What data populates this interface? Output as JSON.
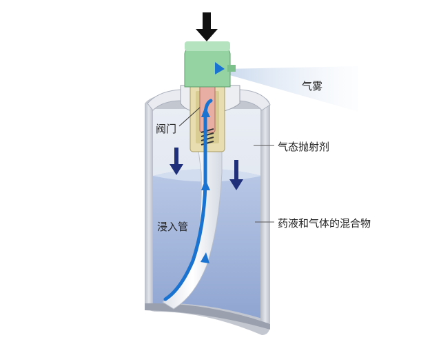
{
  "labels": {
    "mist": "气雾",
    "valve": "阀门",
    "propellant": "气态抛射剂",
    "dip_tube": "浸入管",
    "mixture": "药液和气体的混合物"
  },
  "colors": {
    "can_wall": "#c9cdd6",
    "can_rim": "#d8dbe2",
    "gas_zone": "#dfe6f0",
    "liquid": "#a8b9db",
    "liquid_surface": "#c3d0ea",
    "actuator": "#8fd19e",
    "valve_housing": "#e3d9a8",
    "valve_stem": "#e9a9a0",
    "flow_arrow": "#1565c0",
    "press_arrow": "#111111",
    "pressure_arrow": "#1f2f7a",
    "dip_tube": "#f4f4f4"
  },
  "icons": {
    "press": "down-arrow-icon",
    "pressure": "down-arrow-icon",
    "flow": "flow-arrow-icon"
  }
}
